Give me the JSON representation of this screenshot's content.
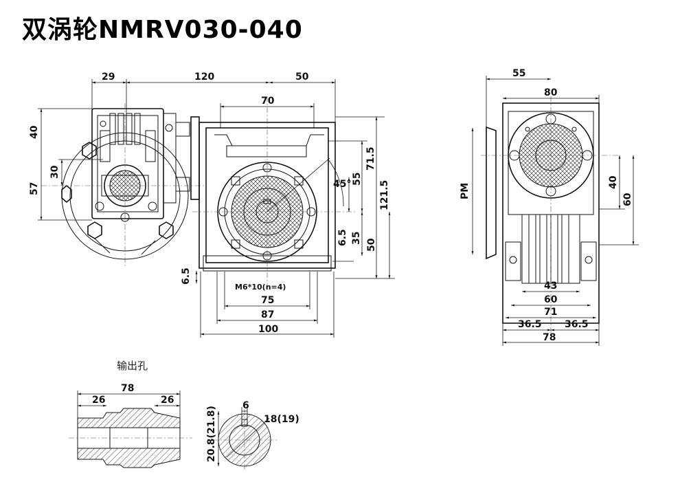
{
  "title": "双涡轮NMRV030-040",
  "sublabel": "输出孔",
  "dims": {
    "left_29": "29",
    "left_120": "120",
    "left_50": "50",
    "left_70": "70",
    "left_40": "40",
    "left_30": "30",
    "left_57": "57",
    "d_71_5": "71.5",
    "d_121_5": "121.5",
    "d_55": "55",
    "angle": "45°",
    "d_6_5a": "6.5",
    "d_35": "35",
    "d_50v": "50",
    "d_6_5b": "6.5",
    "m6": "M6*10(n=4)",
    "b_75": "75",
    "b_87": "87",
    "b_100": "100",
    "r_55": "55",
    "r_80": "80",
    "r_pm": "PM",
    "r_40": "40",
    "r_60": "60",
    "r_43": "43",
    "r_60b": "60",
    "r_71": "71",
    "r_36_5a": "36.5",
    "r_36_5b": "36.5",
    "r_78": "78",
    "s_78": "78",
    "s_26a": "26",
    "s_26b": "26",
    "k_6": "6",
    "k_18": "18(19)",
    "k_208": "20.8(21.8)"
  }
}
